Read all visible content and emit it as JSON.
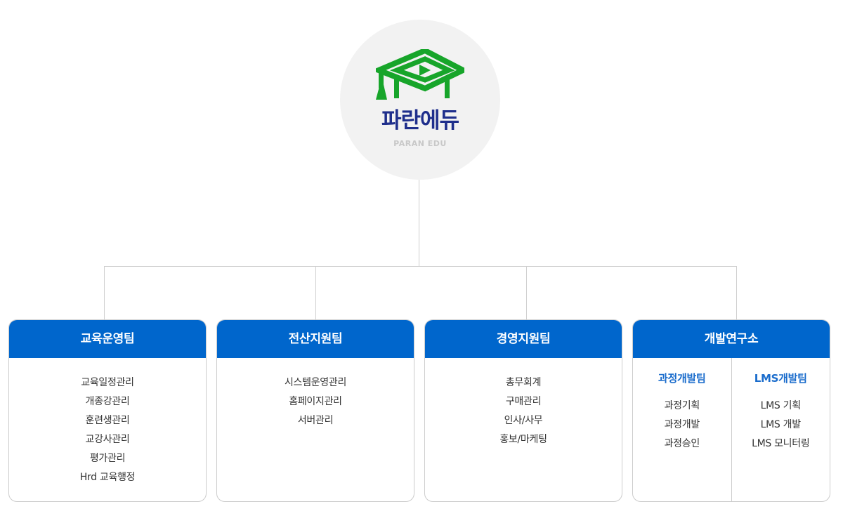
{
  "org": {
    "brand_name": "파란에듀",
    "brand_sub": "PARAN EDU",
    "colors": {
      "header": "#0066cc",
      "logo_green": "#17a52a",
      "brand_text": "#1f2f8c",
      "sub_title": "#1a6ccc"
    },
    "teams": [
      {
        "name": "교육운영팀",
        "duties": [
          "교육일정관리",
          "개종강관리",
          "훈련생관리",
          "교강사관리",
          "평가관리",
          "Hrd 교육행정"
        ]
      },
      {
        "name": "전산지원팀",
        "duties": [
          "시스템운영관리",
          "홈페이지관리",
          "서버관리"
        ]
      },
      {
        "name": "경영지원팀",
        "duties": [
          "총무회계",
          "구매관리",
          "인사/사무",
          "홍보/마케팅"
        ]
      },
      {
        "name": "개발연구소",
        "subteams": [
          {
            "name": "과정개발팀",
            "duties": [
              "과정기획",
              "과정개발",
              "과정승인"
            ]
          },
          {
            "name": "LMS개발팀",
            "duties": [
              "LMS 기획",
              "LMS 개발",
              "LMS 모니터링"
            ]
          }
        ]
      }
    ]
  }
}
